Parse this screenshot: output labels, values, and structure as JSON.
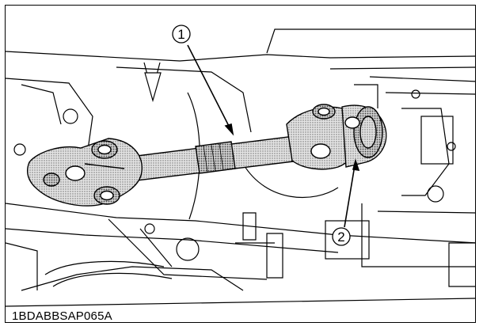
{
  "figure": {
    "caption_code": "1BDABBSAP065A",
    "callouts": [
      {
        "number": "1"
      },
      {
        "number": "2"
      }
    ]
  }
}
